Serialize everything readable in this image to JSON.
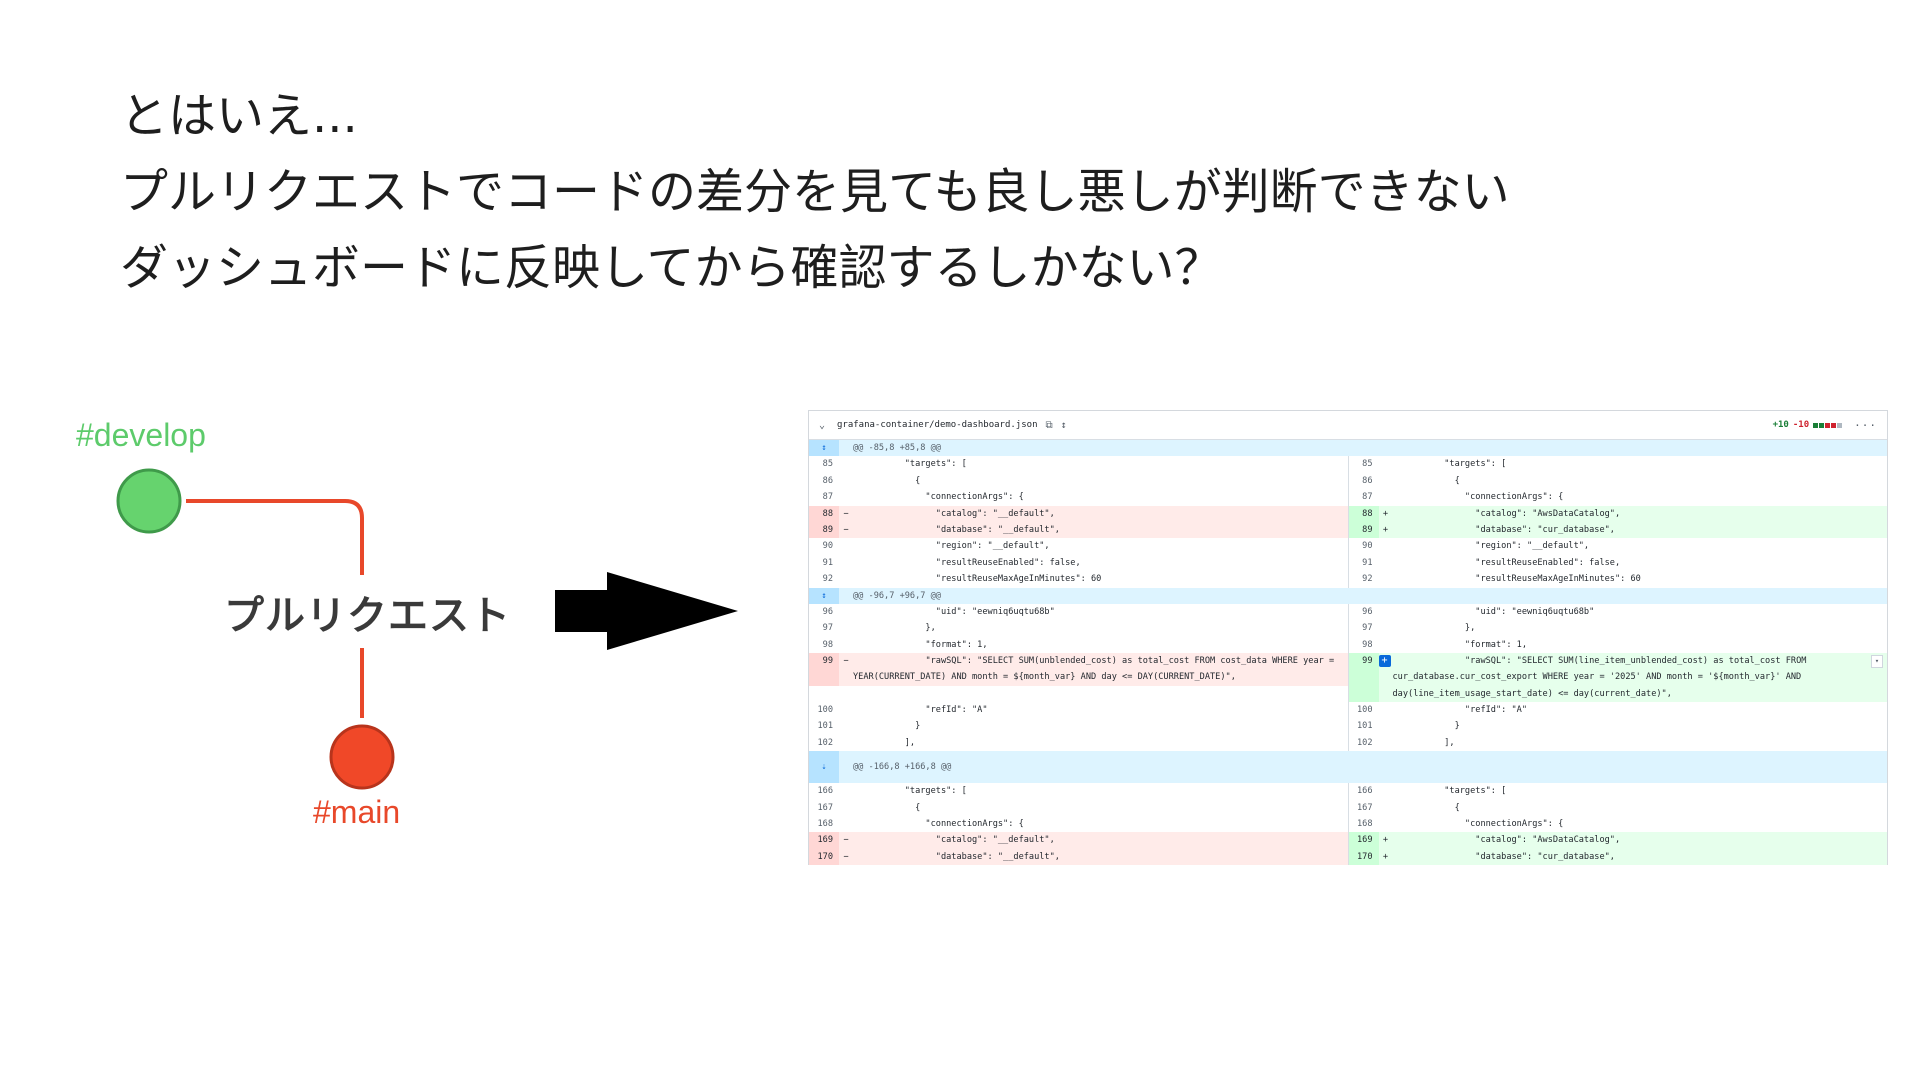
{
  "headline": {
    "line1": "とはいえ...",
    "line2": "プルリクエストでコードの差分を見ても良し悪しが判断できない",
    "line3": "ダッシュボードに反映してから確認するしかない？"
  },
  "diagram": {
    "develop_label": "#develop",
    "main_label": "#main",
    "pr_label": "プルリクエスト",
    "colors": {
      "develop": "#66d36e",
      "develop_text": "#5dcb6b",
      "main": "#f04828",
      "line": "#e8482a"
    }
  },
  "diff": {
    "file_name": "grafana-container/demo-dashboard.json",
    "additions": "+10",
    "deletions": "-10",
    "hunks": [
      "@@ -85,8 +85,8 @@",
      "@@ -96,7 +96,7 @@",
      "@@ -166,8 +166,8 @@"
    ],
    "block1": [
      {
        "type": "ctx",
        "l": "85",
        "r": "85",
        "lc": "          \"targets\": [",
        "rc": "          \"targets\": ["
      },
      {
        "type": "ctx",
        "l": "86",
        "r": "86",
        "lc": "            {",
        "rc": "            {"
      },
      {
        "type": "ctx",
        "l": "87",
        "r": "87",
        "lc": "              \"connectionArgs\": {",
        "rc": "              \"connectionArgs\": {"
      },
      {
        "type": "chg",
        "l": "88",
        "r": "88",
        "lc": "                \"catalog\": \"__default\",",
        "rc": "                \"catalog\": \"AwsDataCatalog\","
      },
      {
        "type": "chg",
        "l": "89",
        "r": "89",
        "lc": "                \"database\": \"__default\",",
        "rc": "                \"database\": \"cur_database\","
      },
      {
        "type": "ctx",
        "l": "90",
        "r": "90",
        "lc": "                \"region\": \"__default\",",
        "rc": "                \"region\": \"__default\","
      },
      {
        "type": "ctx",
        "l": "91",
        "r": "91",
        "lc": "                \"resultReuseEnabled\": false,",
        "rc": "                \"resultReuseEnabled\": false,"
      },
      {
        "type": "ctx",
        "l": "92",
        "r": "92",
        "lc": "                \"resultReuseMaxAgeInMinutes\": 60",
        "rc": "                \"resultReuseMaxAgeInMinutes\": 60"
      }
    ],
    "block2": [
      {
        "type": "ctx",
        "l": "96",
        "r": "96",
        "lc": "                \"uid\": \"eewniq6uqtu68b\"",
        "rc": "                \"uid\": \"eewniq6uqtu68b\""
      },
      {
        "type": "ctx",
        "l": "97",
        "r": "97",
        "lc": "              },",
        "rc": "              },"
      },
      {
        "type": "ctx",
        "l": "98",
        "r": "98",
        "lc": "              \"format\": 1,",
        "rc": "              \"format\": 1,"
      }
    ],
    "sql": {
      "l": "99",
      "r": "99",
      "left_text": "              \"rawSQL\": \"SELECT SUM(unblended_cost) as total_cost FROM cost_data WHERE year =\nYEAR(CURRENT_DATE) AND month = ${month_var} AND day <= DAY(CURRENT_DATE)\",",
      "right_text": "              \"rawSQL\": \"SELECT SUM(line_item_unblended_cost) as total_cost FROM\ncur_database.cur_cost_export WHERE year = '2025' AND month = '${month_var}' AND\nday(line_item_usage_start_date) <= day(current_date)\","
    },
    "block3": [
      {
        "type": "ctx",
        "l": "100",
        "r": "100",
        "lc": "              \"refId\": \"A\"",
        "rc": "              \"refId\": \"A\""
      },
      {
        "type": "ctx",
        "l": "101",
        "r": "101",
        "lc": "            }",
        "rc": "            }"
      },
      {
        "type": "ctx",
        "l": "102",
        "r": "102",
        "lc": "          ],",
        "rc": "          ],"
      }
    ],
    "block4": [
      {
        "type": "ctx",
        "l": "166",
        "r": "166",
        "lc": "          \"targets\": [",
        "rc": "          \"targets\": ["
      },
      {
        "type": "ctx",
        "l": "167",
        "r": "167",
        "lc": "            {",
        "rc": "            {"
      },
      {
        "type": "ctx",
        "l": "168",
        "r": "168",
        "lc": "              \"connectionArgs\": {",
        "rc": "              \"connectionArgs\": {"
      },
      {
        "type": "chg",
        "l": "169",
        "r": "169",
        "lc": "                \"catalog\": \"__default\",",
        "rc": "                \"catalog\": \"AwsDataCatalog\","
      },
      {
        "type": "chg",
        "l": "170",
        "r": "170",
        "lc": "                \"database\": \"__default\",",
        "rc": "                \"database\": \"cur_database\","
      }
    ]
  }
}
